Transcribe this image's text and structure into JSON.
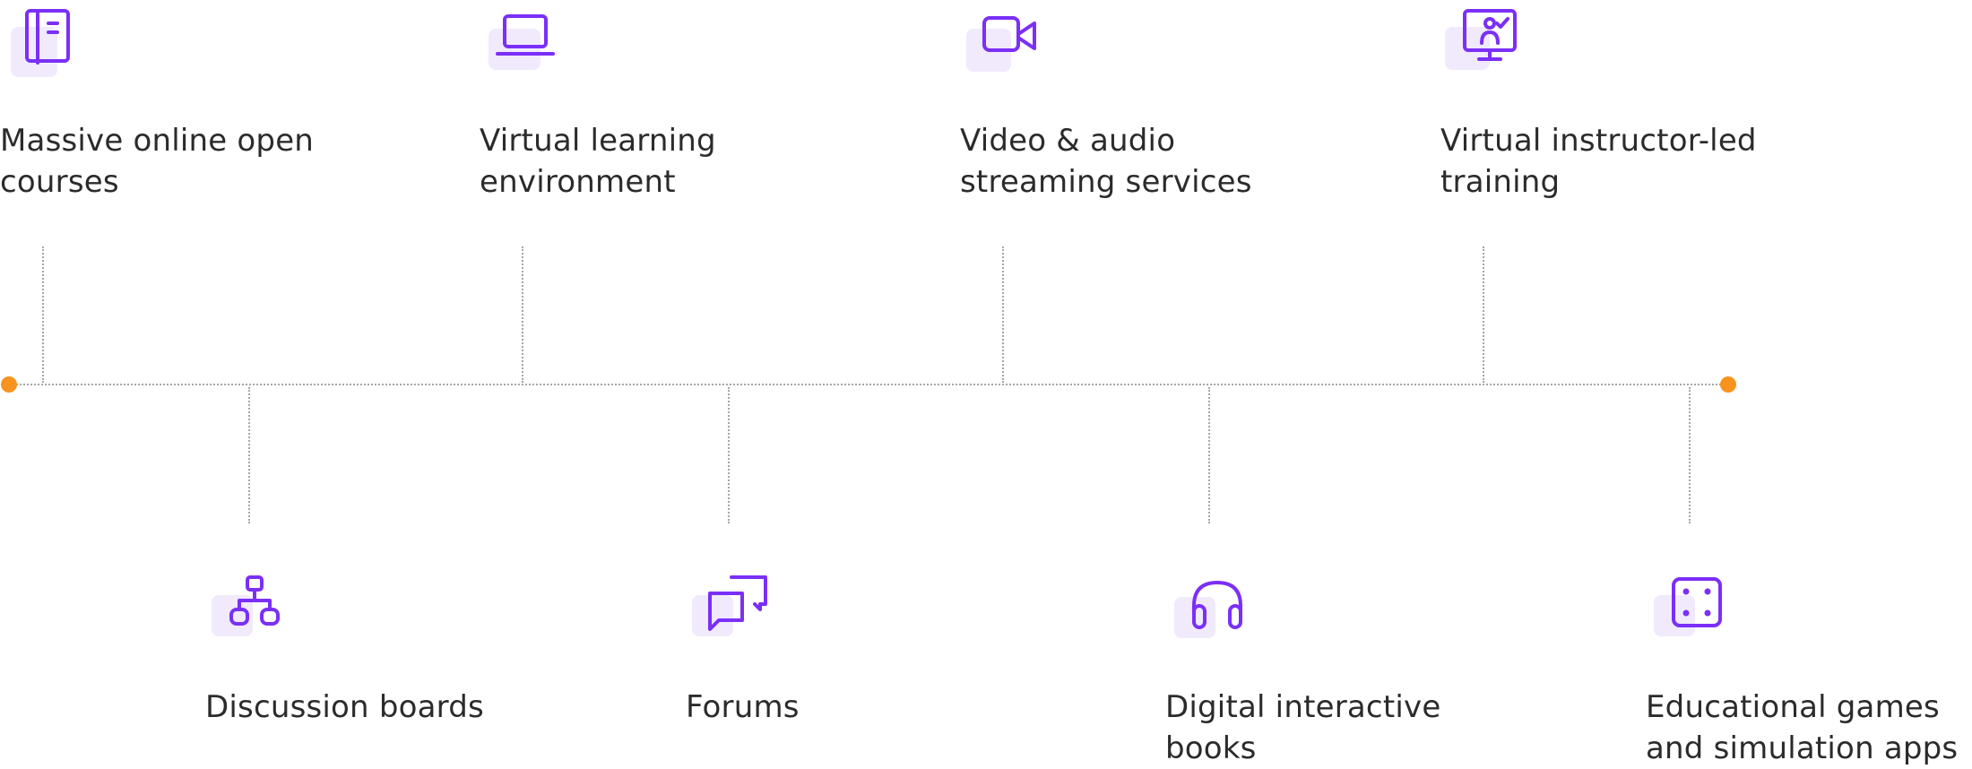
{
  "colors": {
    "icon": "#7b2ff7",
    "icon_shadow": "#f0eafc",
    "endpoint": "#f7931e",
    "connector": "#a6a6a6",
    "text": "#2b2b2b"
  },
  "timeline": {
    "top_items": [
      {
        "icon": "notebook-icon",
        "line1": "Massive online open",
        "line2": "courses"
      },
      {
        "icon": "laptop-icon",
        "line1": "Virtual learning",
        "line2": "environment"
      },
      {
        "icon": "video-camera-icon",
        "line1": "Video & audio",
        "line2": "streaming services"
      },
      {
        "icon": "presentation-monitor-icon",
        "line1": "Virtual instructor-led",
        "line2": "training"
      }
    ],
    "bottom_items": [
      {
        "icon": "hierarchy-icon",
        "line1": "Discussion boards",
        "line2": ""
      },
      {
        "icon": "chat-bubbles-icon",
        "line1": "Forums",
        "line2": ""
      },
      {
        "icon": "headphones-icon",
        "line1": "Digital interactive",
        "line2": "books"
      },
      {
        "icon": "dice-icon",
        "line1": "Educational games",
        "line2": "and simulation apps"
      }
    ]
  }
}
